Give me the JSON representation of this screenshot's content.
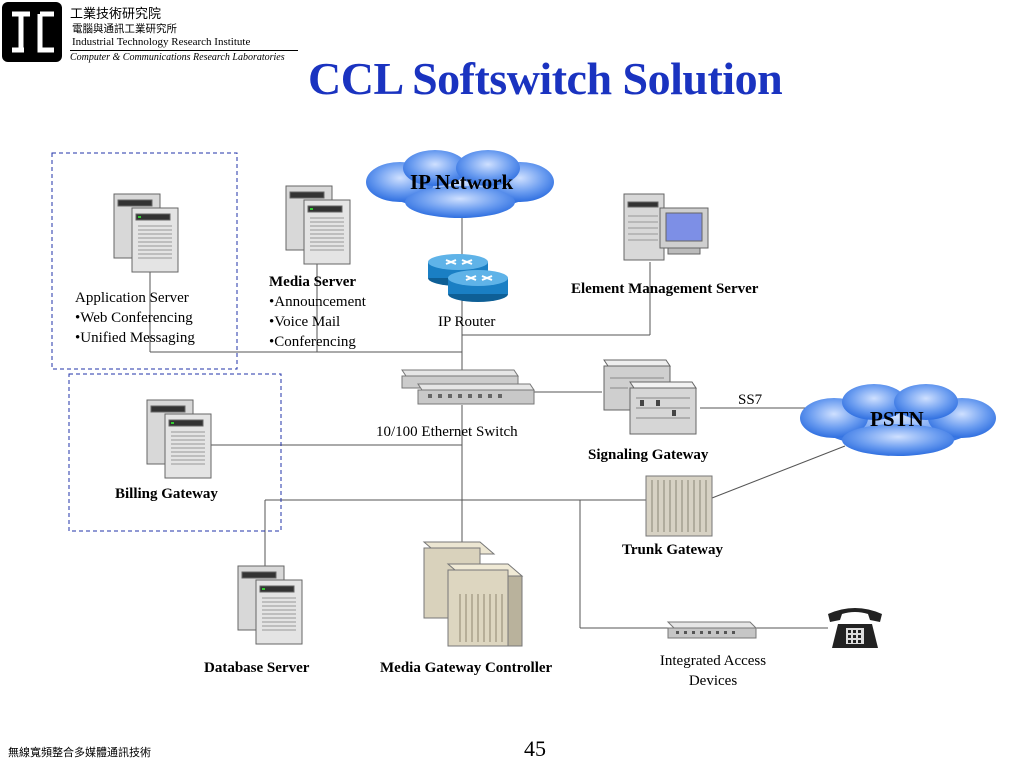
{
  "header": {
    "org_name_zh": "工業技術研究院",
    "lab_name_zh": "電腦與通訊工業研究所",
    "org_name_en": "Industrial Technology Research Institute",
    "lab_name_en": "Computer & Communications Research Laboratories"
  },
  "title": "CCL Softswitch Solution",
  "clouds": {
    "ip_network": "IP Network",
    "pstn": "PSTN"
  },
  "nodes": {
    "application_server": [
      "Application Server",
      "•Web Conferencing",
      "•Unified Messaging"
    ],
    "media_server": [
      "Media Server",
      "•Announcement",
      "•Voice Mail",
      "•Conferencing"
    ],
    "ip_router": "IP Router",
    "element_management_server": "Element Management Server",
    "ethernet_switch": "10/100 Ethernet Switch",
    "signaling_gateway": "Signaling Gateway",
    "ss7": "SS7",
    "billing_gateway": "Billing Gateway",
    "trunk_gateway": "Trunk Gateway",
    "database_server": "Database Server",
    "media_gateway_controller": "Media Gateway Controller",
    "integrated_access_devices": [
      "Integrated Access",
      "Devices"
    ]
  },
  "footer": {
    "left_text": "無線寬頻整合多媒體通訊技術",
    "page_number": "45"
  },
  "colors": {
    "title": "#1a33c0",
    "cloud": "#2f6fe0",
    "router": "#1a7fc4",
    "group_border": "#2233aa"
  }
}
